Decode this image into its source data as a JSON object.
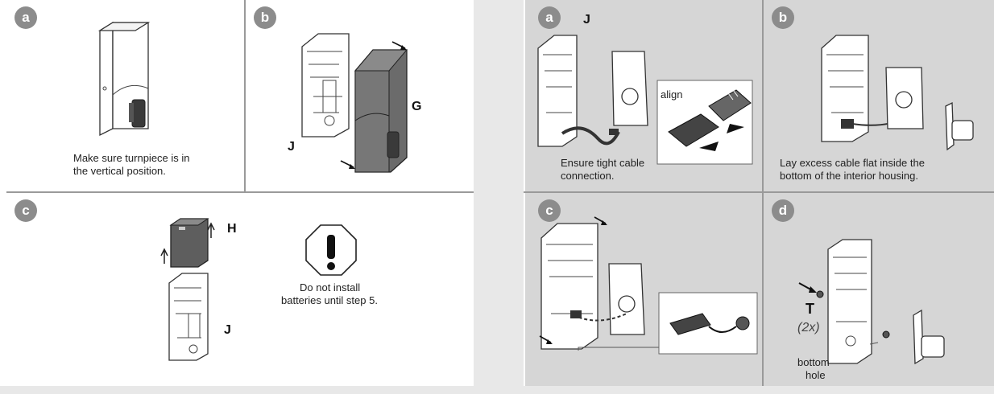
{
  "left_page": {
    "panel_a": {
      "badge": "a",
      "caption_line1": "Make sure turnpiece is in",
      "caption_line2": "the vertical position."
    },
    "panel_b": {
      "badge": "b",
      "label_g": "G",
      "label_j": "J"
    },
    "panel_c": {
      "badge": "c",
      "label_h": "H",
      "label_j": "J",
      "warning_icon": "warning-octagon-icon",
      "warning_line1": "Do not install",
      "warning_line2": "batteries until step 5."
    }
  },
  "right_page": {
    "panel_a": {
      "badge": "a",
      "label_j": "J",
      "inset_label": "align",
      "caption_line1": "Ensure tight cable",
      "caption_line2": "connection."
    },
    "panel_b": {
      "badge": "b",
      "caption_line1": "Lay excess cable flat inside the",
      "caption_line2": "bottom of the interior housing."
    },
    "panel_c": {
      "badge": "c"
    },
    "panel_d": {
      "badge": "d",
      "label_t": "T",
      "label_qty": "(2x)",
      "label_hole_line1": "bottom",
      "label_hole_line2": "hole"
    }
  },
  "colors": {
    "badge": "#8c8c8c",
    "panel_grey": "#d6d6d6",
    "door": "#9b9b9b",
    "divider": "#9a9a9a"
  }
}
